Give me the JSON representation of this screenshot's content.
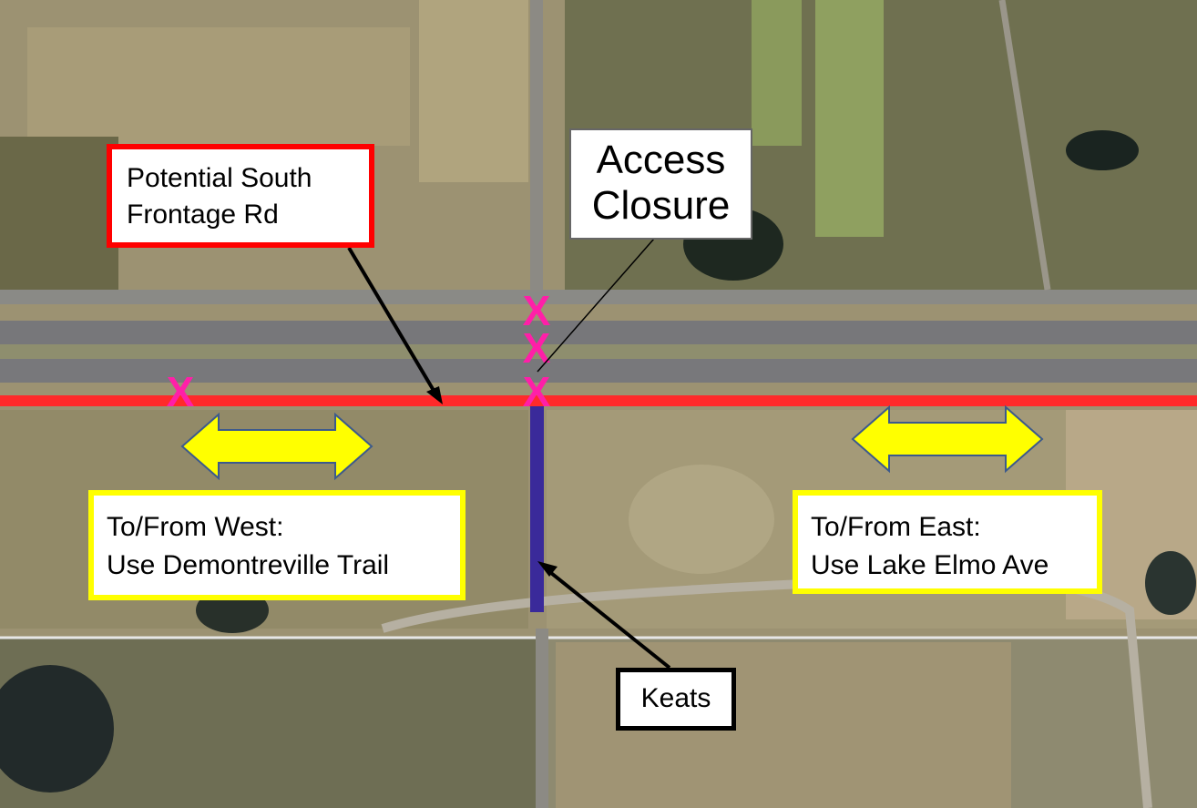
{
  "map": {
    "colors": {
      "frontage_road": "#ff2a2a",
      "keats_road": "#3a2a9a",
      "closure_marker": "#ff1fa8",
      "arrow_fill": "#ffff00",
      "arrow_stroke": "#3c5a8c"
    },
    "icons": [
      "closure-x-icon",
      "double-arrow-icon",
      "pointer-arrow-icon"
    ],
    "closure_marker_glyph": "X"
  },
  "callouts": {
    "frontage": {
      "line1": "Potential South",
      "line2": "Frontage Rd"
    },
    "access": {
      "line1": "Access",
      "line2": "Closure"
    },
    "west": {
      "line1": "To/From West:",
      "line2": "Use Demontreville Trail"
    },
    "east": {
      "line1": "To/From East:",
      "line2": "Use Lake Elmo Ave"
    },
    "keats": {
      "label": "Keats"
    }
  }
}
